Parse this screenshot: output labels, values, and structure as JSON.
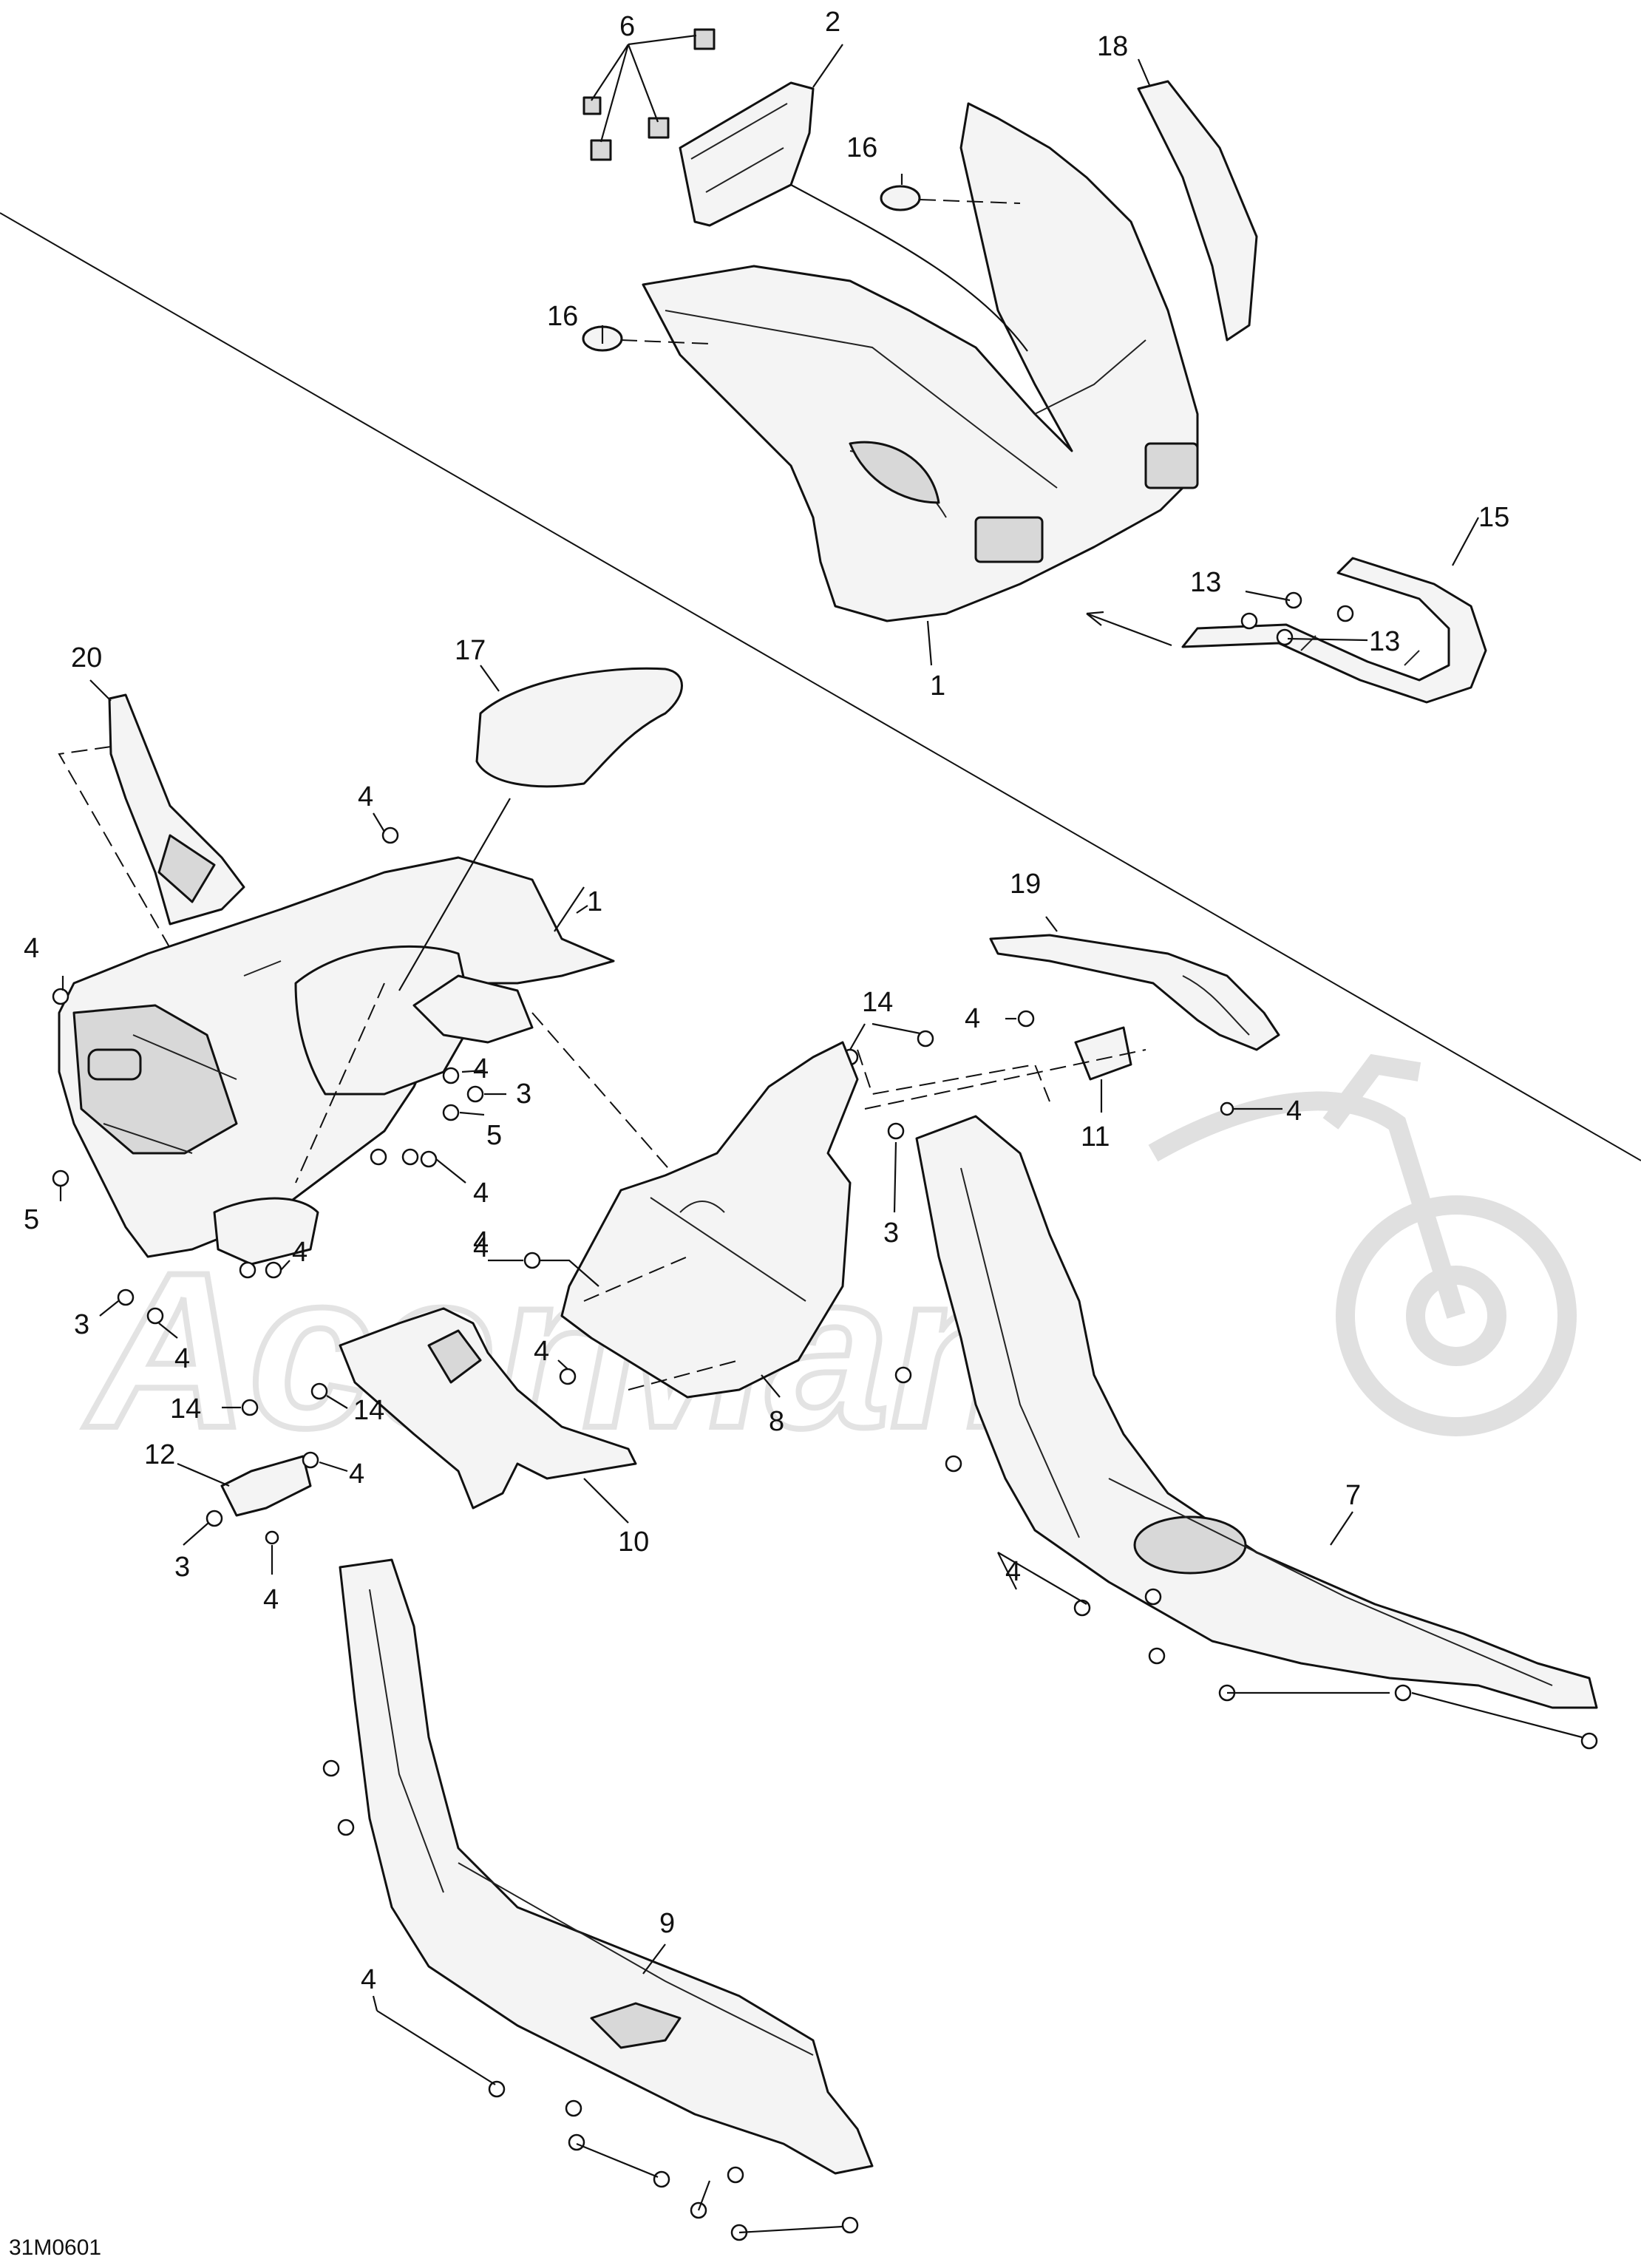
{
  "diagram": {
    "drawing_code": "31M0601",
    "watermark_text": "AcerMan",
    "callouts": [
      {
        "id": "c-6",
        "label": "6",
        "part": "clip"
      },
      {
        "id": "c-2-top",
        "label": "2",
        "part": "upper-cover"
      },
      {
        "id": "c-16-a",
        "label": "16",
        "part": "grommet"
      },
      {
        "id": "c-18",
        "label": "18",
        "part": "windshield-trim"
      },
      {
        "id": "c-16-b",
        "label": "16",
        "part": "grommet"
      },
      {
        "id": "c-15",
        "label": "15",
        "part": "handle-bar"
      },
      {
        "id": "c-13-a",
        "label": "13",
        "part": "screw"
      },
      {
        "id": "c-13-b",
        "label": "13",
        "part": "screw"
      },
      {
        "id": "c-1-top",
        "label": "1",
        "part": "front-fairing"
      },
      {
        "id": "c-20",
        "label": "20",
        "part": "side-deflector"
      },
      {
        "id": "c-17",
        "label": "17",
        "part": "seat-cover"
      },
      {
        "id": "c-4-a",
        "label": "4",
        "part": "rivet"
      },
      {
        "id": "c-1-mid",
        "label": "1",
        "part": "front-fairing"
      },
      {
        "id": "c-4-b",
        "label": "4",
        "part": "rivet"
      },
      {
        "id": "c-4-c",
        "label": "4",
        "part": "rivet"
      },
      {
        "id": "c-3-a",
        "label": "3",
        "part": "screw"
      },
      {
        "id": "c-5-a",
        "label": "5",
        "part": "washer"
      },
      {
        "id": "c-4-d",
        "label": "4",
        "part": "rivet"
      },
      {
        "id": "c-5-b",
        "label": "5",
        "part": "washer"
      },
      {
        "id": "c-4-e",
        "label": "4",
        "part": "rivet"
      },
      {
        "id": "c-3-b",
        "label": "3",
        "part": "screw"
      },
      {
        "id": "c-4-f",
        "label": "4",
        "part": "rivet"
      },
      {
        "id": "c-4-g",
        "label": "4",
        "part": "rivet"
      },
      {
        "id": "c-14-a",
        "label": "14",
        "part": "screw"
      },
      {
        "id": "c-19",
        "label": "19",
        "part": "side-panel-bracket"
      },
      {
        "id": "c-4-h",
        "label": "4",
        "part": "rivet"
      },
      {
        "id": "c-4-i",
        "label": "4",
        "part": "rivet"
      },
      {
        "id": "c-11",
        "label": "11",
        "part": "bracket"
      },
      {
        "id": "c-3-c",
        "label": "3",
        "part": "screw"
      },
      {
        "id": "c-4-j",
        "label": "4",
        "part": "rivet"
      },
      {
        "id": "c-4-k",
        "label": "4",
        "part": "rivet"
      },
      {
        "id": "c-14-b",
        "label": "14",
        "part": "screw"
      },
      {
        "id": "c-14-c",
        "label": "14",
        "part": "screw"
      },
      {
        "id": "c-8",
        "label": "8",
        "part": "console-panel"
      },
      {
        "id": "c-7",
        "label": "7",
        "part": "right-lower-panel"
      },
      {
        "id": "c-12",
        "label": "12",
        "part": "clip-bracket"
      },
      {
        "id": "c-4-l",
        "label": "4",
        "part": "rivet"
      },
      {
        "id": "c-3-d",
        "label": "3",
        "part": "screw"
      },
      {
        "id": "c-4-m",
        "label": "4",
        "part": "rivet"
      },
      {
        "id": "c-10",
        "label": "10",
        "part": "deflector-plate"
      },
      {
        "id": "c-4-n",
        "label": "4",
        "part": "rivet"
      },
      {
        "id": "c-9",
        "label": "9",
        "part": "left-lower-panel"
      },
      {
        "id": "c-4-o",
        "label": "4",
        "part": "rivet"
      }
    ]
  }
}
